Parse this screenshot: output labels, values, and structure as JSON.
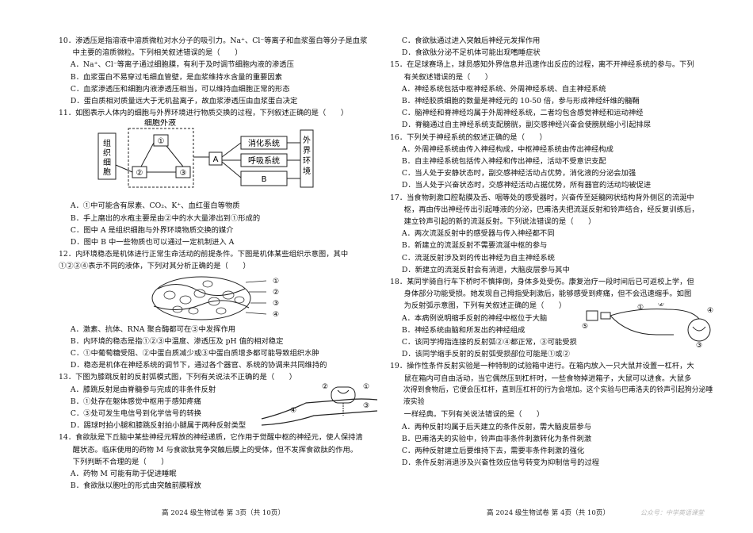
{
  "left_column": {
    "q10": {
      "stem": [
        "10．渗透压是指溶液中溶质微粒对水分子的吸引力。Na⁺、Cl⁻等离子和血浆蛋白等分子是血浆",
        "中主要的溶质微粒。下列相关叙述错误的是（　　）"
      ],
      "options": [
        "A．Na⁺、Cl⁻等离子通过细胞膜，有利于及时调节细胞内液的渗透压",
        "B．血浆蛋白不易穿过毛细血管壁，是血浆维持水含量的重要因素",
        "C．血浆渗透压和细胞内液渗透压相当，可以维持血细胞正常的形态",
        "D．蛋白质相对质量远大于无机盐离子，故血浆渗透压由血浆蛋白决定"
      ]
    },
    "q11": {
      "stem": [
        "11．如图表示人体内的细胞与外界环境进行物质交换的过程，下列叙述正确的是（　　）"
      ],
      "figure": {
        "left_box": "组织细胞",
        "top_label": "细胞外液",
        "c1": "①",
        "c2": "②",
        "c3": "③",
        "a": "A",
        "b": "B",
        "digest": "消化系统",
        "resp": "呼吸系统",
        "env": "外界环境"
      },
      "options": [
        "A．①中可能含有尿素、CO₂、K⁺、血红蛋白等物质",
        "B．手上磨出的水疱主要是由②中的水大量渗出到①形成的",
        "C．图中 A 是组织细胞与外界环境物质交换的媒介",
        "D．图中 B 中一些物质也可以通过一定机制进入 A"
      ]
    },
    "q12": {
      "stem": [
        "12．内环境稳态是机体进行正常生命活动的前提条件。下图是机体某些组织示意图，其中",
        "①②③④表示不同的液体，下列对其分析正确的是（　　）"
      ],
      "figure": {
        "l1": "①",
        "l2": "②",
        "l3": "③",
        "l4": "④"
      },
      "options": [
        "A．激素、抗体、RNA 聚合酶都可在③中发挥作用",
        "B．内环境的稳态是指①②③中温度、渗透压及 pH 值的相对稳定",
        "C．①中葡萄糖受阻、②中蛋白质减少或③中蛋白质增多都可能导致组织水肿",
        "D．稳态是机体在神经系统的调节下，通过各个器官、系统的协调来共同维持的"
      ]
    },
    "q13": {
      "stem": [
        "13．下图为膝跳反射的反射弧模式图，下列有关说法不正确的是（　　）"
      ],
      "figure": {
        "l1": "①",
        "l2": "②",
        "l3": "③",
        "l4": "④"
      },
      "options": [
        "A．膝跳反射是由脊髓参与完成的非条件反射",
        "B．①处存在躯体感觉中枢用于感知疼痛",
        "C．③处可发生电信号到化学信号的转换",
        "D．踢球时拍小腿和膝跳反射拍小腿属于两种反射类型"
      ]
    },
    "q14": {
      "stem": [
        "14．食欲肽是下丘脑中某些神经元释放的神经递质，它作用于觉醒中枢的神经元，使人保持清",
        "醒状态。临床使用的药物 M 与食欲肽竞争突触后膜上的受体，但不发挥食欲肽的作用。",
        "下列判断不合理的是（　　）"
      ],
      "options": [
        "A．药物 M 可能有助于促进睡眠",
        "B．食欲肽以胞吐的形式由突触前膜释放"
      ]
    },
    "footer": "高 2024 级生物试卷 第 3页（共 10页）"
  },
  "right_column": {
    "q14_cont": {
      "options": [
        "C．食欲肽通过进入突触后神经元发挥作用",
        "D．食欲肽分泌不足机体可能出现嗜睡症状"
      ]
    },
    "q15": {
      "stem": [
        "15．在足球赛场上，球员感知外界信息并迅速作出反应的过程，离不开神经系统的参与。下列",
        "有关叙述错误的是（　　）"
      ],
      "options": [
        "A．神经系统包括中枢神经系统、外周神经系统、自主神经系统",
        "B．神经胶质细胞的数量是神经元的 10-50 倍，参与形成神经纤维的髓鞘",
        "C．脑神经和脊神经均属于外周神经系统，二者均包含感觉神经和运动神经",
        "D．脊髓通过自主神经系统支配膀胱，副交感神经兴奋会使膀胱缩小引起排尿"
      ]
    },
    "q16": {
      "stem": [
        "16．下列关于神经系统的叙述正确的是（　　）"
      ],
      "options": [
        "A．外周神经系统由传入神经构成，中枢神经系统由传出神经构成",
        "B．自主神经系统包括传入神经和传出神经，活动不受意识支配",
        "C．当人处于安静状态时，副交感神经活动占优势，消化液的分泌会加强",
        "D．当人处于兴奋状态时，交感神经活动占据优势，所有器官的活动均被促进"
      ]
    },
    "q17": {
      "stem": [
        "17．当食物刺激口腔黏膜及舌、咽等处的感受器时，兴奋传至延髓网状结构背外侧区的流涎中",
        "枢，再由传出神经传出引起唾液的分泌，巴甫洛夫把流涎反射和铃声结合，经反复训练后，",
        "建立铃声引起的新的流涎反射。下列说法错误的是（　　）"
      ],
      "options": [
        "A．两次流涎反射中的感受器与传入神经都不同",
        "B．新建立的流涎反射不需要流涎中枢的参与",
        "C．流涎反射涉及到的传出神经为自主神经系统",
        "D．新建立的流涎反射会有消退，大脑皮层参与其中"
      ]
    },
    "q18": {
      "stem": [
        "18．某同学骑自行车下桥时不慎摔倒，身体多处受伤。康复治疗一段时间后已可返校上学，但",
        "身体部分功能受损。她发现自己拇指受刺激后，能够感受到疼痛，但不会迅速缩手。如图",
        "为反射弧示意图，下列有关叙述正确的是（　　）"
      ],
      "figure": {
        "l1": "①",
        "l2": "②",
        "l3": "③",
        "l4": "④",
        "l5": "⑤"
      },
      "options": [
        "A．本病例说明缩手反射的神经中枢位于大脑",
        "B．神经系统由脑和所发出的神经组成",
        "C．该同学拇指连接的反射弧②④都正常，③可能受损",
        "D．该同学缩手反射的反射弧受损部位可能是①或②"
      ]
    },
    "q19": {
      "stem": [
        "19．操作性条件反射实验是一种特制的试验箱中进行。在箱内放入一只大鼠并设置一杠杆，大",
        "鼠在箱内可自由活动，当它偶然压到杠杆时，一些食物掉进箱子，大鼠可以进食。大鼠多",
        "次得到食物后，它便会压杠杆，直到压杠杆的行为会增加。这个实验与巴甫洛夫的铃声引起狗分泌唾液实验",
        "一样经典。下列有关说法错误的是（　　）"
      ],
      "options": [
        "A．两种反射均属于后天建立的条件反射，需大脑皮层参与",
        "B．巴甫洛夫的实验中，铃声由非条件刺激转化为条件刺激",
        "C．两种反射建立后要维持下去，需要非条件刺激的强化",
        "D．条件反射消退涉及兴奋性效应信号转变为抑制信号的过程"
      ]
    },
    "footer": "高 2024 级生物试卷 第 4页（共 10页）"
  },
  "watermark": "公众号：中学英语课堂"
}
